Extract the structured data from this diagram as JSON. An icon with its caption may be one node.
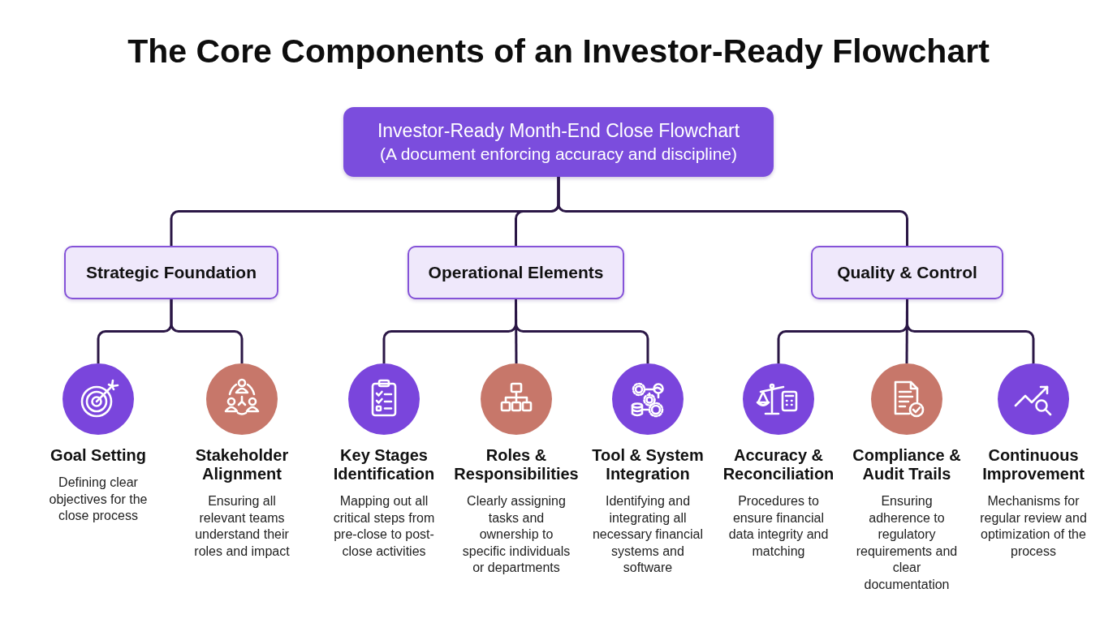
{
  "diagram": {
    "title": "The Core Components of an Investor-Ready Flowchart",
    "nodes": [
      {
        "text": [
          "Investor-Ready Month-End Close Flowchart",
          "(A document enforcing accuracy and discipline)"
        ]
      },
      {
        "text": [
          "Strategic Foundation"
        ]
      },
      {
        "text": [
          "Operational Elements"
        ]
      },
      {
        "text": [
          "Quality & Control"
        ]
      },
      {
        "text": [
          "Goal Setting",
          "Defining clear objectives for the close process"
        ]
      },
      {
        "text": [
          "Stakeholder Alignment",
          "Ensuring all relevant teams understand their roles and impact"
        ]
      },
      {
        "text": [
          "Key Stages Identification",
          "Mapping out all critical steps from pre-close to post-close activities"
        ]
      },
      {
        "text": [
          "Roles & Responsibilities",
          "Clearly assigning tasks and ownership to specific individuals or departments"
        ]
      },
      {
        "text": [
          "Tool & System Integration",
          "Identifying and integrating all necessary financial systems and software"
        ]
      },
      {
        "text": [
          "Accuracy & Reconciliation",
          "Procedures to ensure financial data integrity and matching"
        ]
      },
      {
        "text": [
          "Compliance & Audit Trails",
          "Ensuring adherence to regulatory requirements and clear documentation"
        ]
      },
      {
        "text": [
          "Continuous Improvement",
          "Mechanisms for regular review and optimization of the process"
        ]
      }
    ],
    "edges": [
      {
        "from": 0,
        "to": 1,
        "arrow": "none"
      },
      {
        "from": 0,
        "to": 2,
        "arrow": "none"
      },
      {
        "from": 0,
        "to": 3,
        "arrow": "none"
      },
      {
        "from": 1,
        "to": 4,
        "arrow": "none"
      },
      {
        "from": 1,
        "to": 5,
        "arrow": "none"
      },
      {
        "from": 2,
        "to": 6,
        "arrow": "none"
      },
      {
        "from": 2,
        "to": 7,
        "arrow": "none"
      },
      {
        "from": 2,
        "to": 8,
        "arrow": "none"
      },
      {
        "from": 3,
        "to": 9,
        "arrow": "none"
      },
      {
        "from": 3,
        "to": 10,
        "arrow": "none"
      },
      {
        "from": 3,
        "to": 11,
        "arrow": "none"
      }
    ]
  }
}
